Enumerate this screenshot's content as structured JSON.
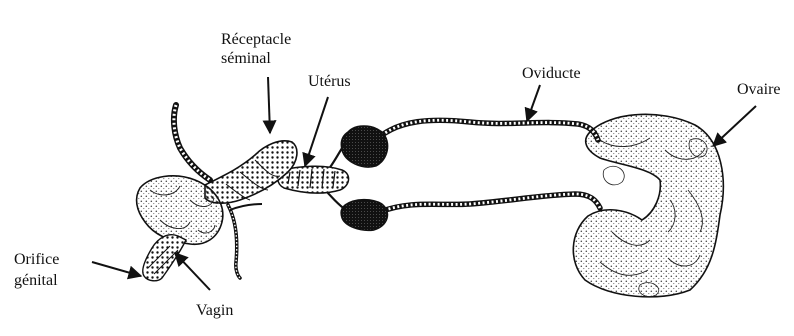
{
  "labels": {
    "receptacle_line1": "Réceptacle",
    "receptacle_line2": "séminal",
    "uterus": "Utérus",
    "oviducte": "Oviducte",
    "ovaire": "Ovaire",
    "orifice_line1": "Orifice",
    "orifice_line2": "génital",
    "vagin": "Vagin"
  },
  "colors": {
    "ink": "#111111",
    "stipple": "#444444",
    "background": "#ffffff"
  }
}
